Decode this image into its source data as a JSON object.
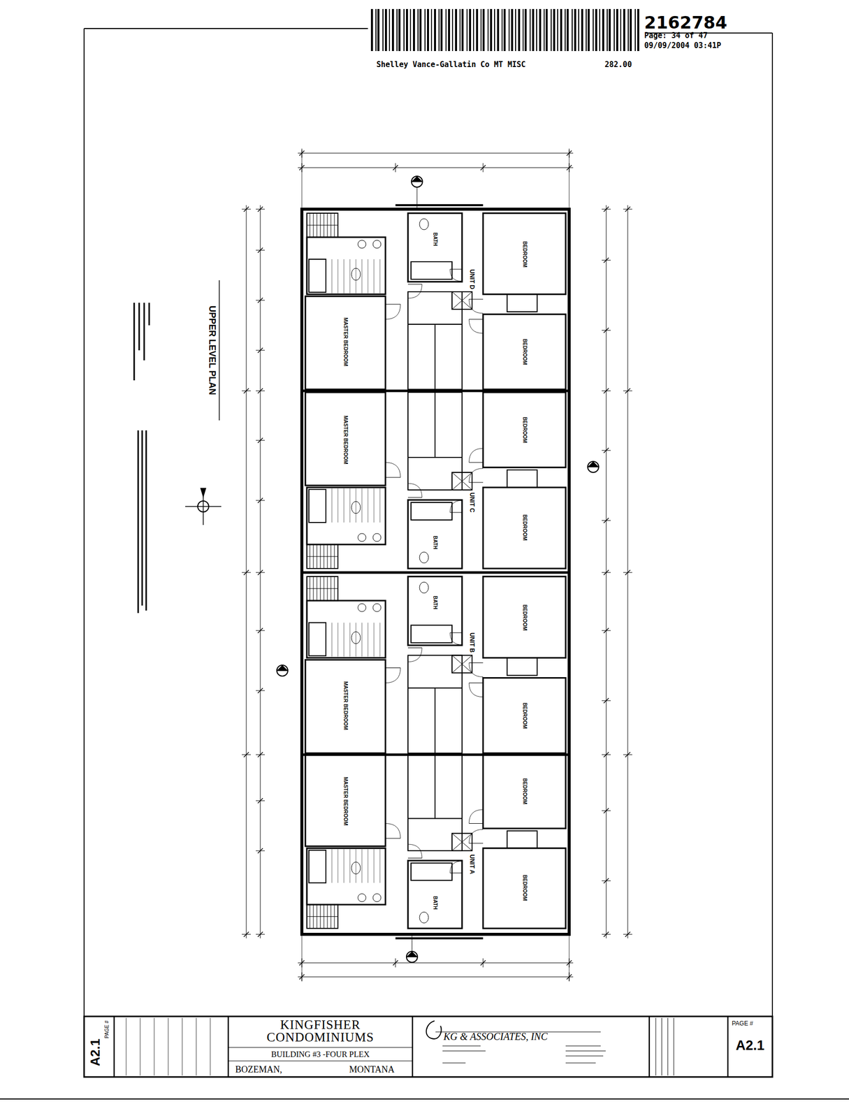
{
  "diagram": {
    "nodes": [
      {
        "text": [
          "UNIT D"
        ]
      },
      {
        "text": [
          "UNIT C"
        ]
      },
      {
        "text": [
          "UNIT B"
        ]
      },
      {
        "text": [
          "UNIT A"
        ]
      },
      {
        "text": [
          "PAGE #",
          "A2.1"
        ]
      },
      {
        "text": [
          "KINGFISHER CONDOMINIUMS",
          "BUILDING #3 -FOUR PLEX",
          "BOZEMAN,",
          "MONTANA"
        ]
      },
      {
        "text": [
          "KG & ASSOCIATES, INC"
        ]
      },
      {
        "text": [
          "PAGE #",
          "A2.1"
        ]
      }
    ],
    "labels": [
      "2162784",
      "Page: 34 of 47",
      "09/09/2004 03:41P",
      "Shelley Vance-Gallatin Co MT MISC",
      "282.00",
      "UPPER LEVEL PLAN",
      "MASTER BEDROOM",
      "BEDROOM",
      "BEDROOM",
      "BATH",
      "MASTER BEDROOM",
      "BEDROOM",
      "BEDROOM",
      "BATH",
      "MASTER BEDROOM",
      "BEDROOM",
      "BEDROOM",
      "BATH",
      "MASTER BEDROOM",
      "BEDROOM",
      "BEDROOM",
      "BATH"
    ]
  }
}
